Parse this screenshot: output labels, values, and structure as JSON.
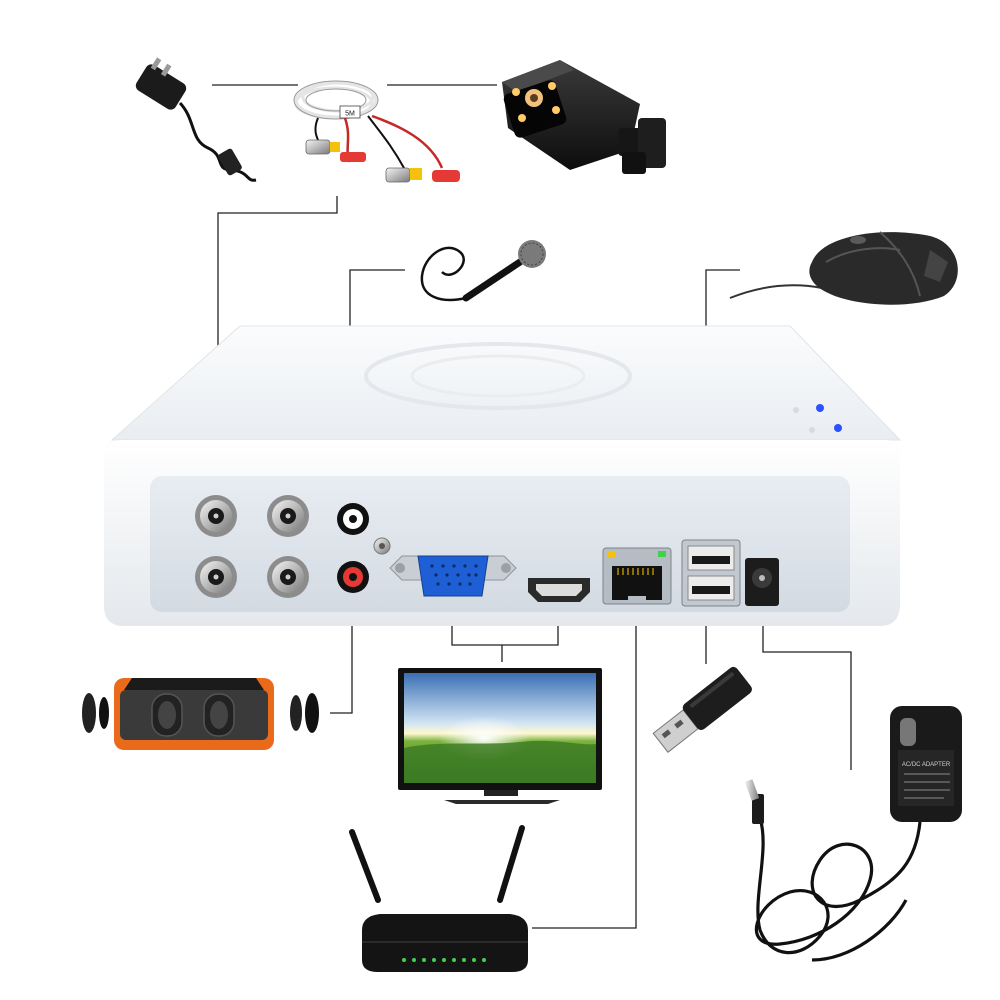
{
  "diagram": {
    "devices": [
      {
        "id": "camera-power-adapter",
        "icon": "power-adapter-icon"
      },
      {
        "id": "siamese-coax-cable",
        "icon": "coax-cable-icon",
        "label": "5M"
      },
      {
        "id": "bullet-camera",
        "icon": "bullet-camera-icon"
      },
      {
        "id": "microphone",
        "icon": "microphone-icon"
      },
      {
        "id": "usb-mouse",
        "icon": "mouse-icon"
      },
      {
        "id": "dvr-recorder",
        "icon": "dvr-icon"
      },
      {
        "id": "speaker",
        "icon": "speaker-icon"
      },
      {
        "id": "monitor",
        "icon": "monitor-icon"
      },
      {
        "id": "usb-flash-drive",
        "icon": "usb-drive-icon"
      },
      {
        "id": "dvr-power-adapter",
        "icon": "eu-power-adapter-icon",
        "label": "AC/DC ADAPTER"
      },
      {
        "id": "router",
        "icon": "router-icon"
      }
    ],
    "ports": [
      "bnc-video-in-1",
      "bnc-video-in-2",
      "bnc-video-in-3",
      "bnc-video-in-4",
      "rca-audio-in",
      "rca-audio-out",
      "ground-screw",
      "vga-out",
      "hdmi-out",
      "rj45-lan",
      "usb-2x",
      "dc-12v-in"
    ],
    "connections": [
      {
        "from": "camera-power-adapter",
        "to": "siamese-coax-cable"
      },
      {
        "from": "siamese-coax-cable",
        "to": "bullet-camera"
      },
      {
        "from": "siamese-coax-cable",
        "to": "bnc-video-in-1"
      },
      {
        "from": "microphone",
        "to": "rca-audio-in"
      },
      {
        "from": "speaker",
        "to": "rca-audio-out"
      },
      {
        "from": "monitor",
        "to": "vga-out"
      },
      {
        "from": "monitor",
        "to": "hdmi-out"
      },
      {
        "from": "router",
        "to": "rj45-lan"
      },
      {
        "from": "usb-mouse",
        "to": "usb-2x"
      },
      {
        "from": "usb-flash-drive",
        "to": "usb-2x"
      },
      {
        "from": "dvr-power-adapter",
        "to": "dc-12v-in"
      }
    ],
    "colors": {
      "line": "#222222",
      "dvr_body": "#f2f4f6",
      "dvr_panel": "#dde3ea",
      "vga_blue": "#1f5fd6",
      "led_blue": "#2b52ff",
      "speaker_orange": "#ea6a1c",
      "router_led": "#3fd24a"
    }
  }
}
